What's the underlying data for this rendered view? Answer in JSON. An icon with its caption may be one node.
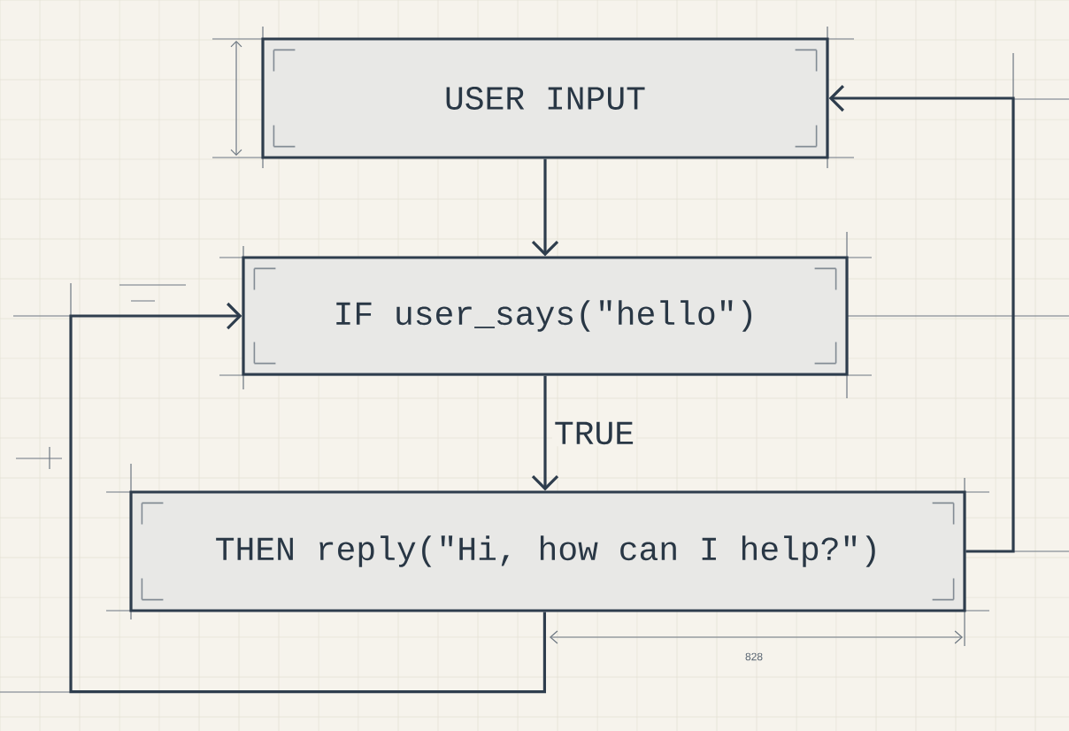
{
  "diagram": {
    "nodes": [
      {
        "text": [
          "USER INPUT"
        ]
      },
      {
        "text": [
          "IF user_says(\"hello\")"
        ]
      },
      {
        "text": [
          "THEN reply(\"Hi, how can I help?\")"
        ]
      }
    ],
    "edges": [
      {
        "from": 0,
        "to": 1,
        "arrow": "to"
      },
      {
        "from": 1,
        "to": 2,
        "arrow": "to",
        "label": "TRUE"
      },
      {
        "from": 2,
        "to": 0,
        "arrow": "to"
      },
      {
        "from": 2,
        "to": 1,
        "arrow": "to"
      }
    ],
    "labels": [
      "828"
    ]
  }
}
